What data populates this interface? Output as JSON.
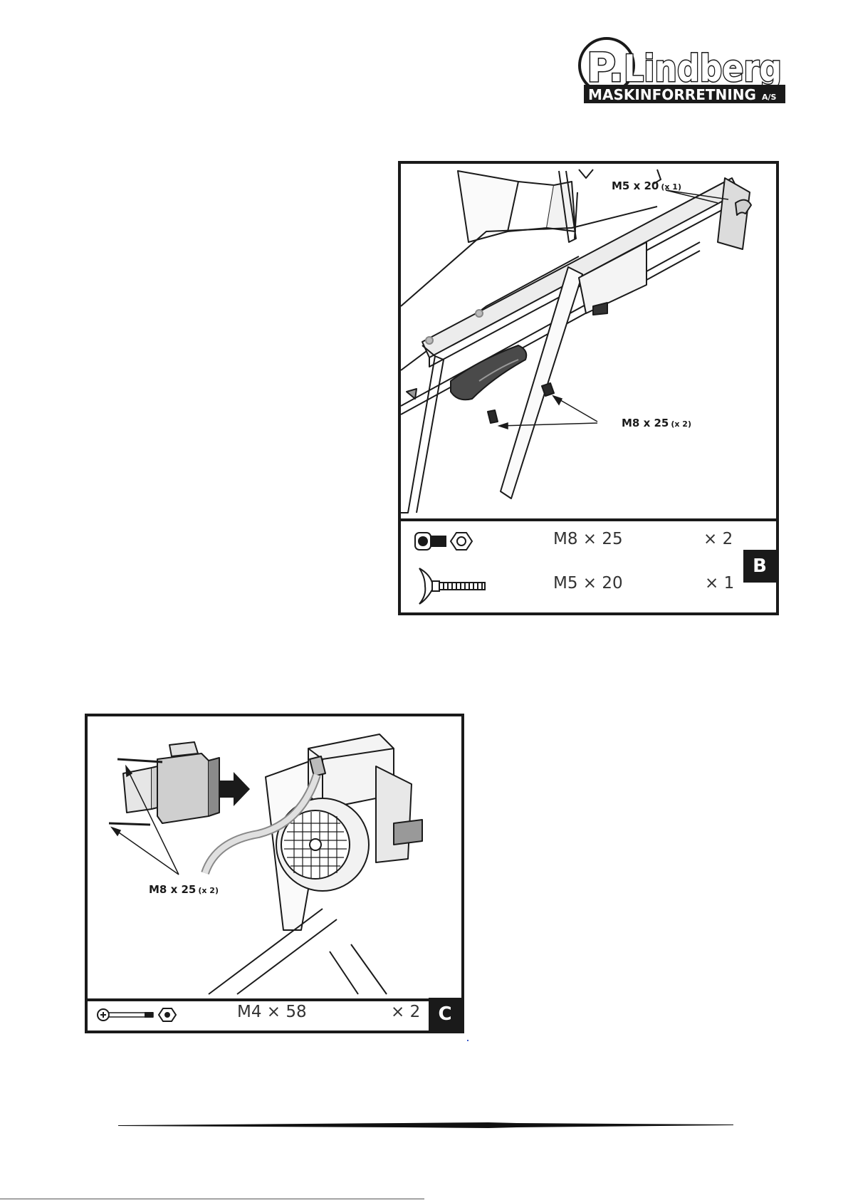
{
  "logo": {
    "name": "P.Lindberg",
    "tagline": "MASKINFORRETNING",
    "suffix": "A/S"
  },
  "step_b": {
    "badge": "B",
    "callouts": [
      {
        "label": "M5 x 20",
        "qty": "(x 1)"
      },
      {
        "label": "M8 x 25",
        "qty": "(x 2)"
      }
    ],
    "parts": [
      {
        "icon": "bolt-and-nut-icon",
        "spec": "M8 × 25",
        "count": "× 2"
      },
      {
        "icon": "wing-screw-icon",
        "spec": "M5 × 20",
        "count": "× 1"
      }
    ]
  },
  "step_c": {
    "badge": "C",
    "callouts": [
      {
        "label": "M8 x 25",
        "qty": "(x 2)"
      }
    ],
    "parts": [
      {
        "icon": "long-screw-and-nut-icon",
        "spec": "M4 × 58",
        "count": "× 2"
      }
    ]
  }
}
